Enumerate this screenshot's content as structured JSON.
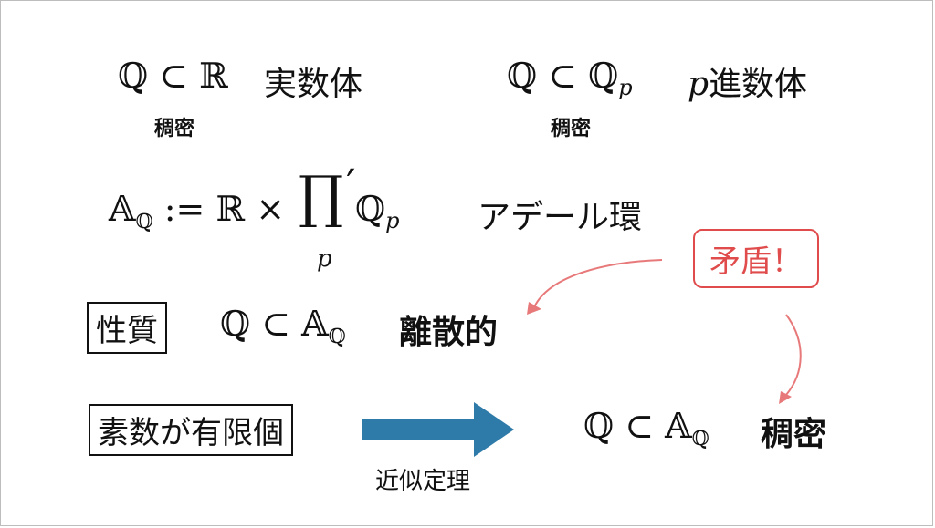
{
  "row1": {
    "left": {
      "q": "ℚ",
      "subset": "⊂",
      "r": "ℝ",
      "label": "実数体",
      "note": "稠密"
    },
    "right": {
      "q": "ℚ",
      "subset": "⊂",
      "qp_base": "ℚ",
      "qp_sub": "p",
      "p": "p",
      "label": "進数体",
      "note": "稠密"
    }
  },
  "adele": {
    "a": "𝔸",
    "a_sub": "ℚ",
    "defeq": ":=",
    "r": "ℝ",
    "times": "×",
    "prod": "∏",
    "prime": "′",
    "prod_sub": "p",
    "qp_base": "ℚ",
    "qp_sub": "p",
    "label": "アデール環"
  },
  "property": {
    "box_label": "性質",
    "q": "ℚ",
    "subset": "⊂",
    "a": "𝔸",
    "a_sub": "ℚ",
    "result": "離散的"
  },
  "callout": {
    "text": "矛盾！",
    "color": "#e04c4c"
  },
  "finite": {
    "box_label": "素数が有限個",
    "arrow_caption": "近似定理",
    "q": "ℚ",
    "subset": "⊂",
    "a": "𝔸",
    "a_sub": "ℚ",
    "result": "稠密",
    "arrow_color": "#2e7aa8"
  }
}
